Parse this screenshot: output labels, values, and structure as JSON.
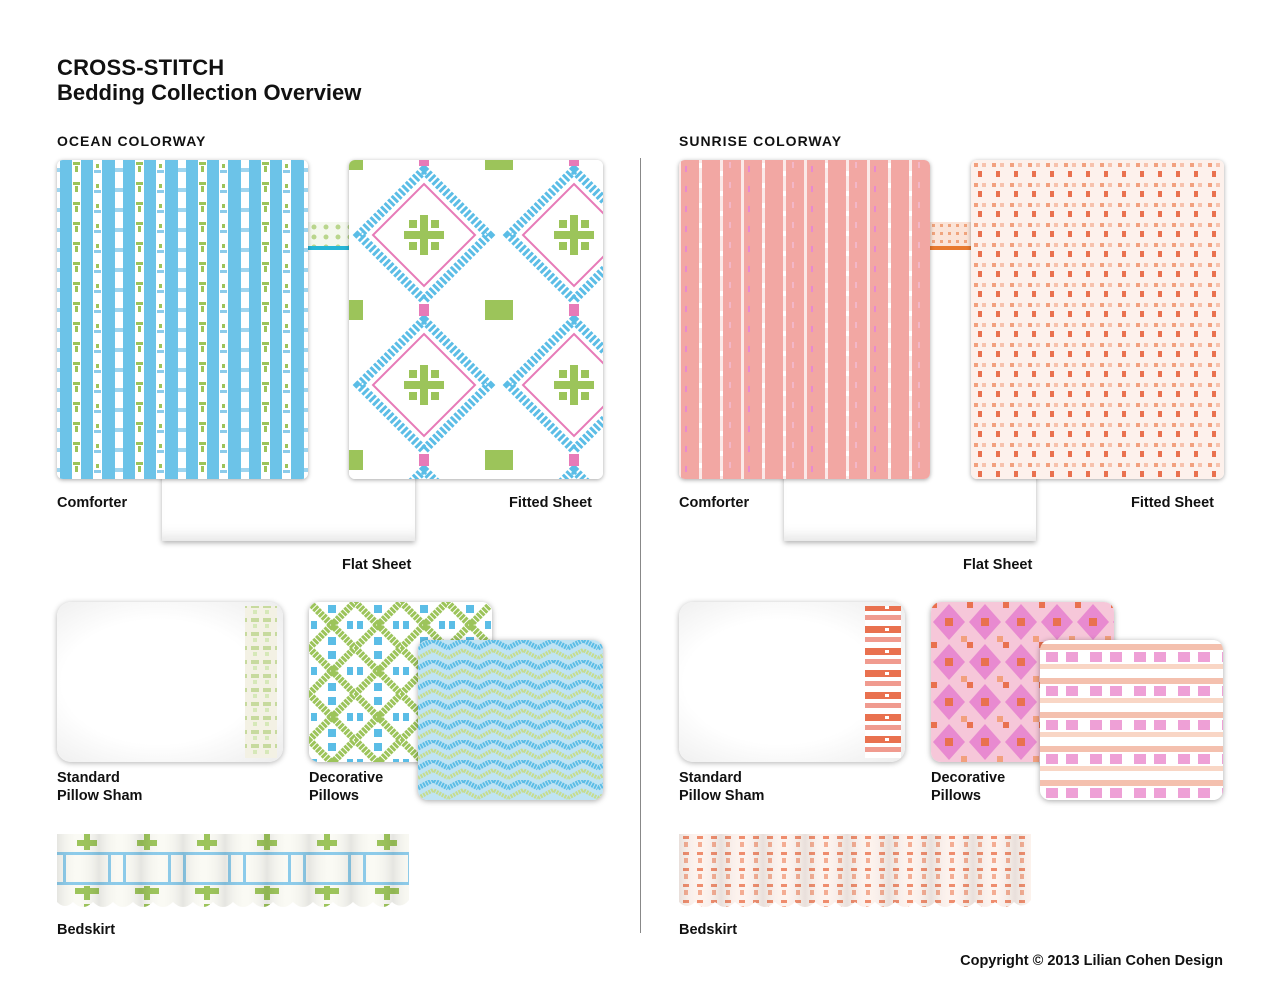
{
  "header": {
    "title_line1": "CROSS-STITCH",
    "title_line2": "Bedding Collection Overview"
  },
  "ocean": {
    "section_title": "OCEAN COLORWAY",
    "colors": {
      "primary": "#5bbde6",
      "secondary": "#9cc45a",
      "accent": "#e77bb8",
      "trim": "#27b6d6"
    },
    "labels": {
      "comforter": "Comforter",
      "fitted_sheet": "Fitted Sheet",
      "flat_sheet": "Flat Sheet",
      "sham_line1": "Standard",
      "sham_line2": "Pillow Sham",
      "pillows_line1": "Decorative",
      "pillows_line2": "Pillows",
      "bedskirt": "Bedskirt"
    }
  },
  "sunrise": {
    "section_title": "SUNRISE COLORWAY",
    "colors": {
      "primary": "#f2a7a3",
      "secondary": "#e9714f",
      "accent": "#e88ad0",
      "trim": "#e8792e"
    },
    "labels": {
      "comforter": "Comforter",
      "fitted_sheet": "Fitted Sheet",
      "flat_sheet": "Flat Sheet",
      "sham_line1": "Standard",
      "sham_line2": "Pillow Sham",
      "pillows_line1": "Decorative",
      "pillows_line2": "Pillows",
      "bedskirt": "Bedskirt"
    }
  },
  "footer": {
    "copyright": "Copyright © 2013 Lilian Cohen Design"
  }
}
